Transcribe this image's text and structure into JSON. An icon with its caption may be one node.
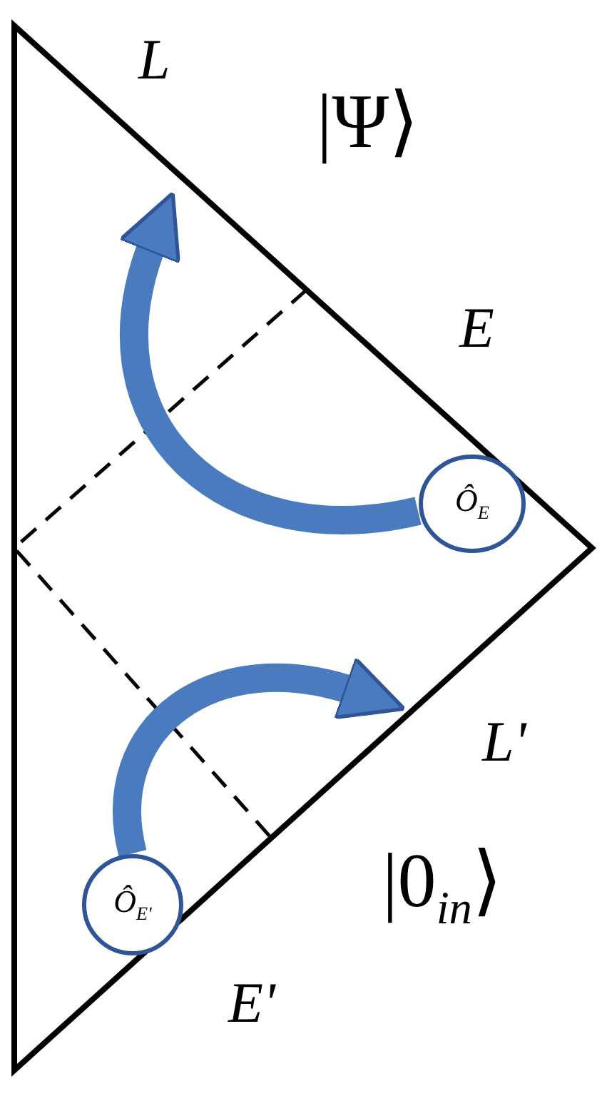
{
  "diagram": {
    "nodes": [
      {
        "text": [
          "Ô$_{E}$"
        ]
      },
      {
        "text": [
          "Ô$_{E'}$"
        ]
      }
    ],
    "edges": [
      {
        "from": 0,
        "to": null,
        "arrow": "to"
      },
      {
        "from": 1,
        "to": null,
        "arrow": "to"
      }
    ],
    "labels": [
      "L",
      "|Ψ⟩",
      "E",
      "L'",
      "|0$_{in}$⟩",
      "E'"
    ]
  }
}
